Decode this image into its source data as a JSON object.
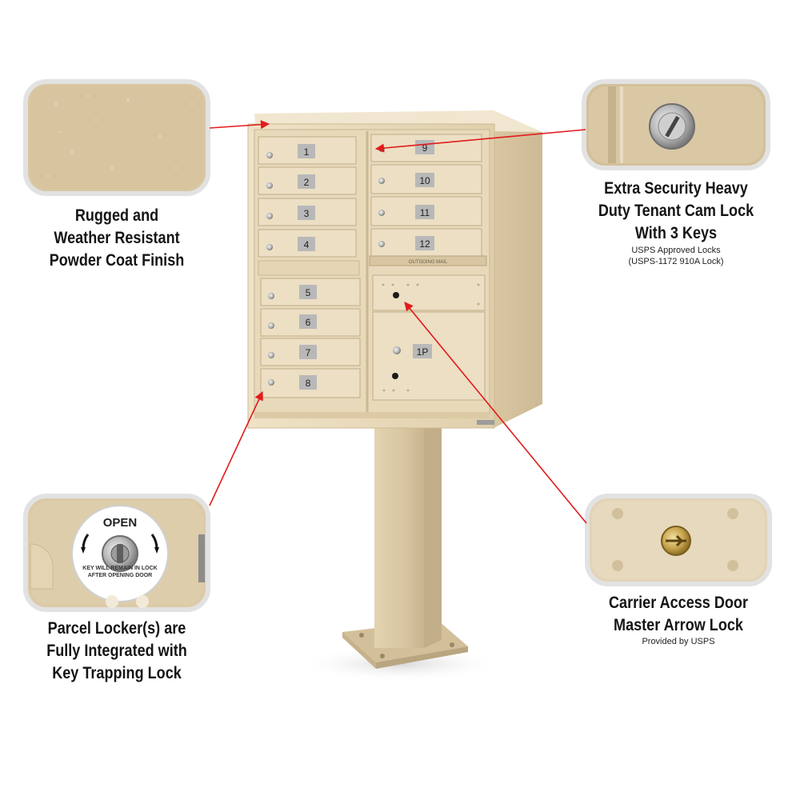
{
  "callouts": {
    "finish": {
      "lines": [
        "Rugged and",
        "Weather Resistant",
        "Powder Coat Finish"
      ]
    },
    "tenant_lock": {
      "lines": [
        "Extra Security Heavy",
        "Duty Tenant Cam Lock",
        "With 3 Keys"
      ],
      "sub_lines": [
        "USPS Approved Locks",
        "(USPS-1172 910A Lock)"
      ]
    },
    "parcel": {
      "lines": [
        "Parcel Locker(s) are",
        "Fully Integrated with",
        "Key Trapping Lock"
      ],
      "badge_top": "OPEN",
      "badge_bottom": "KEY WILL REMAIN IN LOCK AFTER OPENING DOOR"
    },
    "carrier": {
      "lines": [
        "Carrier Access Door",
        "Master Arrow Lock"
      ],
      "sub_lines": [
        "Provided by USPS"
      ]
    }
  },
  "mailbox": {
    "left_doors": [
      "1",
      "2",
      "3",
      "4",
      "5",
      "6",
      "7",
      "8"
    ],
    "right_doors": [
      "9",
      "10",
      "11",
      "12"
    ],
    "parcel_label": "1P",
    "outgoing_label": "OUTGOING MAIL"
  },
  "colors": {
    "powder_coat": "#e6d6b6",
    "arrow": "#e21b1b"
  }
}
